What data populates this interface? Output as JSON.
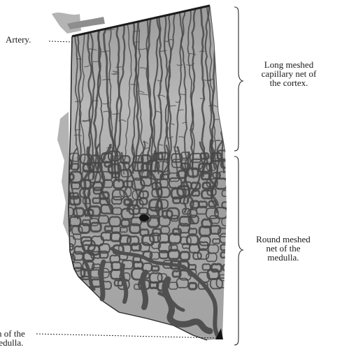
{
  "labels": {
    "artery": "Artery.",
    "cortex": {
      "line1": "Long meshed",
      "line2": "capillary net of",
      "line3": "the cortex."
    },
    "medulla": {
      "line1": "Round meshed",
      "line2": "net of the",
      "line3": "medulla."
    },
    "vein": {
      "line1": "n of the",
      "line2": "edulla."
    }
  },
  "colors": {
    "tissue_fill": "#a8a8a8",
    "tissue_dark": "#5a5a5a",
    "vessel": "#4a4a4a",
    "outline": "#1f1f1f",
    "label_text": "#1a1a1a"
  }
}
